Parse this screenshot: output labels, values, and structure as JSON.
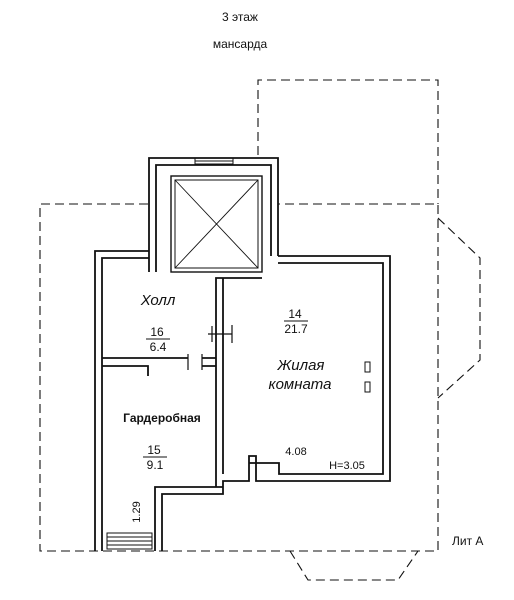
{
  "header": {
    "floor": "3 этаж",
    "level": "мансарда"
  },
  "rooms": [
    {
      "name": "Холл",
      "number": "16",
      "area": "6.4"
    },
    {
      "name_line1": "Жилая",
      "name_line2": "комната",
      "number": "14",
      "area": "21.7"
    },
    {
      "name": "Гардеробная",
      "number": "15",
      "area": "9.1"
    }
  ],
  "dimensions": {
    "wall_length": "4.08",
    "ceiling_height": "H=3.05",
    "stair_width": "1.29"
  },
  "labels": {
    "lit": "Лит А"
  }
}
